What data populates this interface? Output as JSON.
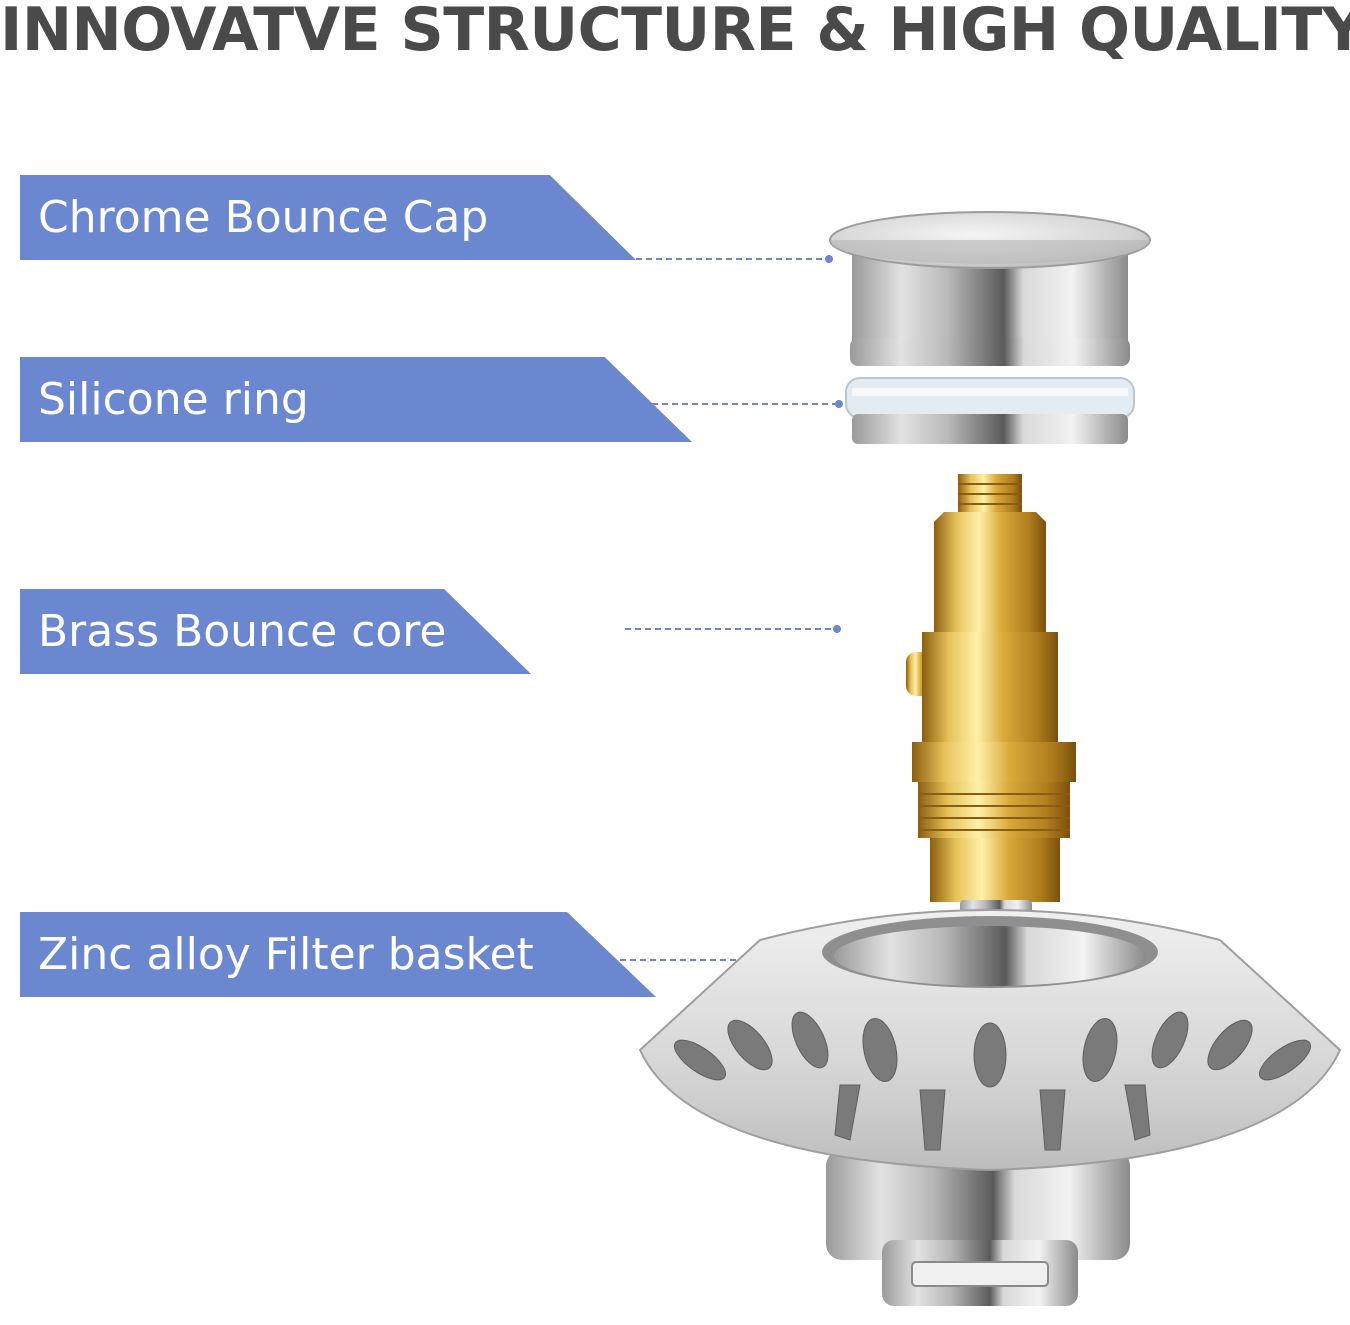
{
  "headline": "INNOVATVE STRUCTURE & HIGH QUALITY",
  "colors": {
    "label_fill": "#6a87d0",
    "label_text": "#ffffff",
    "headline_text": "#4a4a4a",
    "leader_line": "#6a87d0"
  },
  "parts": [
    {
      "label": "Chrome Bounce Cap"
    },
    {
      "label": "Silicone ring"
    },
    {
      "label": "Brass Bounce core"
    },
    {
      "label": "Zinc alloy Filter basket"
    }
  ]
}
